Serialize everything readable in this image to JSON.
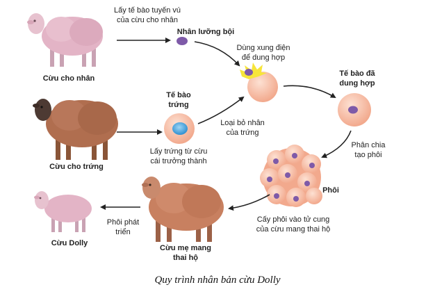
{
  "labels": {
    "donor_sheep": "Cừu cho nhân",
    "egg_sheep": "Cừu cho trứng",
    "surrogate_sheep_line1": "Cừu mẹ mang",
    "surrogate_sheep_line2": "thai hộ",
    "dolly": "Cừu Dolly",
    "diploid_nucleus": "Nhân lưỡng bội",
    "egg_cell_line1": "Tế bào",
    "egg_cell_line2": "trứng",
    "fused_cell_line1": "Tế bào đã",
    "fused_cell_line2": "dung hợp",
    "embryo": "Phôi"
  },
  "steps": {
    "take_udder_cell_line1": "Lấy tế bào tuyến vú",
    "take_udder_cell_line2": "của cừu cho nhân",
    "electric_fusion_line1": "Dùng xung điện",
    "electric_fusion_line2": "để dung hợp",
    "remove_nucleus_line1": "Loại bỏ nhân",
    "remove_nucleus_line2": "của trứng",
    "take_egg_line1": "Lấy trứng từ cừu",
    "take_egg_line2": "cái trưởng thành",
    "divide_line1": "Phân chia",
    "divide_line2": "tạo phôi",
    "implant_line1": "Cấy phôi vào tử cung",
    "implant_line2": "của cừu mang thai hộ",
    "develop_line1": "Phôi phát",
    "develop_line2": "triển"
  },
  "caption": "Quy trình nhân bản cừu Dolly",
  "colors": {
    "pink_sheep": "#e3b4c6",
    "brown_sheep": "#b06e4f",
    "surrogate_sheep": "#c88060",
    "cell": "#f7b89e",
    "nucleus": "#7e5aa8",
    "egg_nucleus": "#4aa6e0",
    "spark": "#f7e53a",
    "arrow": "#222222"
  }
}
